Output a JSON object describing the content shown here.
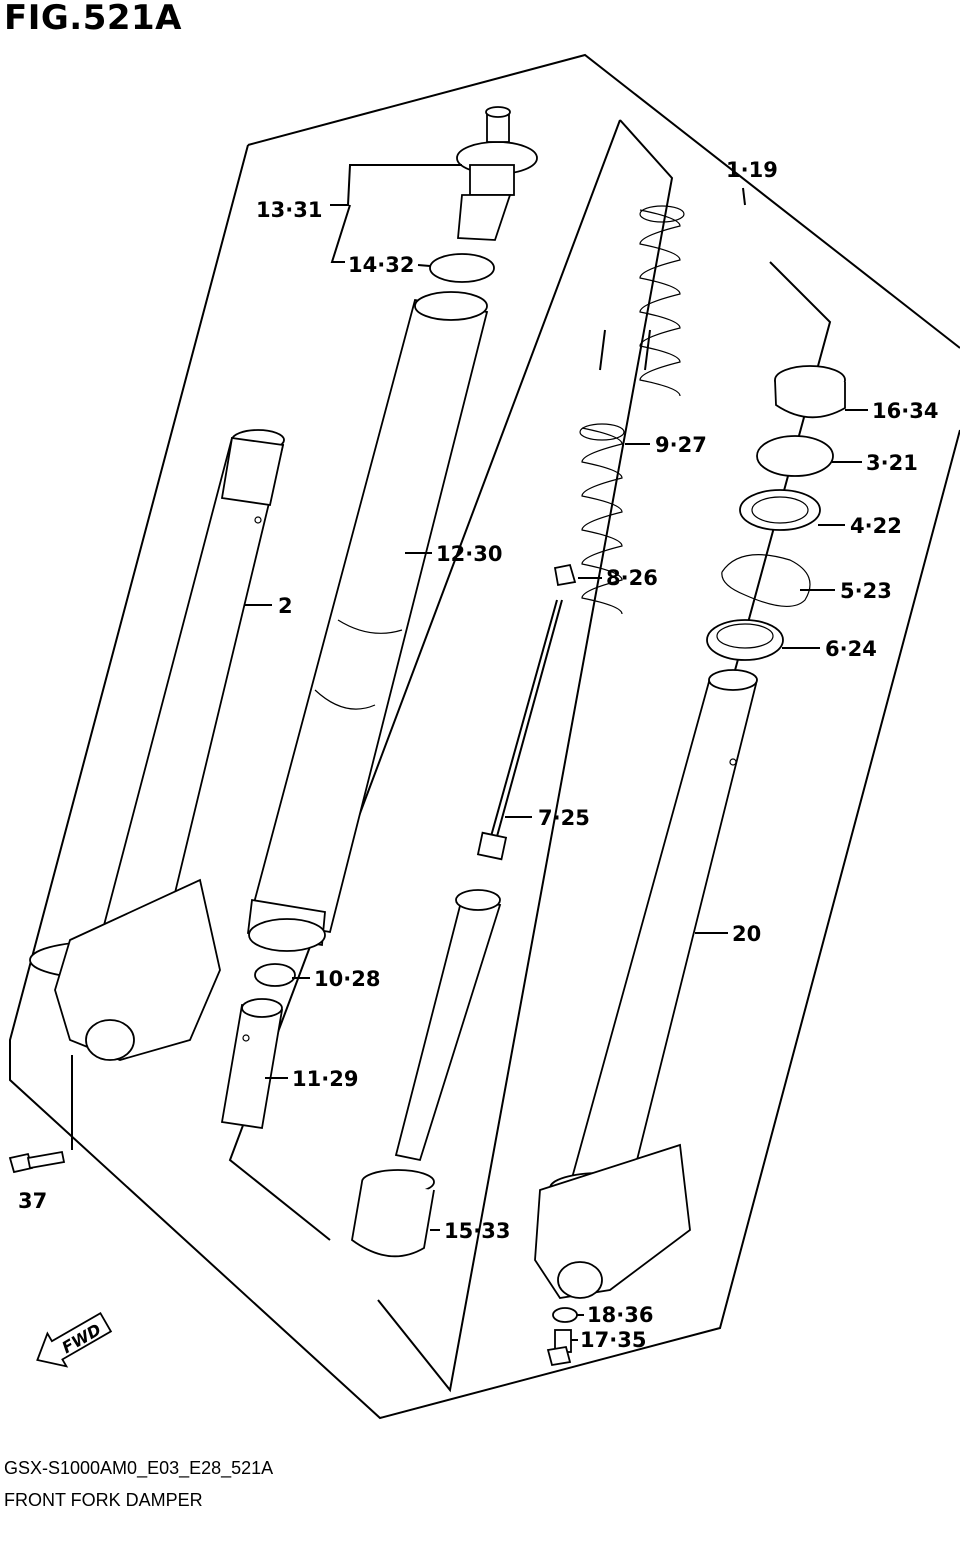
{
  "figure": {
    "title": "FIG.521A",
    "code": "GSX-S1000AM0_E03_E28_521A",
    "name": "FRONT FORK DAMPER",
    "fwd_label": "FWD"
  },
  "callouts": [
    {
      "id": "c1",
      "label": "1·19"
    },
    {
      "id": "c2",
      "label": "2"
    },
    {
      "id": "c3",
      "label": "3·21"
    },
    {
      "id": "c4",
      "label": "4·22"
    },
    {
      "id": "c5",
      "label": "5·23"
    },
    {
      "id": "c6",
      "label": "6·24"
    },
    {
      "id": "c7",
      "label": "7·25"
    },
    {
      "id": "c8",
      "label": "8·26"
    },
    {
      "id": "c9",
      "label": "9·27"
    },
    {
      "id": "c10",
      "label": "10·28"
    },
    {
      "id": "c11",
      "label": "11·29"
    },
    {
      "id": "c12",
      "label": "12·30"
    },
    {
      "id": "c13",
      "label": "13·31"
    },
    {
      "id": "c14",
      "label": "14·32"
    },
    {
      "id": "c15",
      "label": "15·33"
    },
    {
      "id": "c16",
      "label": "16·34"
    },
    {
      "id": "c17",
      "label": "17·35"
    },
    {
      "id": "c18",
      "label": "18·36"
    },
    {
      "id": "c20",
      "label": "20"
    },
    {
      "id": "c37",
      "label": "37"
    }
  ]
}
